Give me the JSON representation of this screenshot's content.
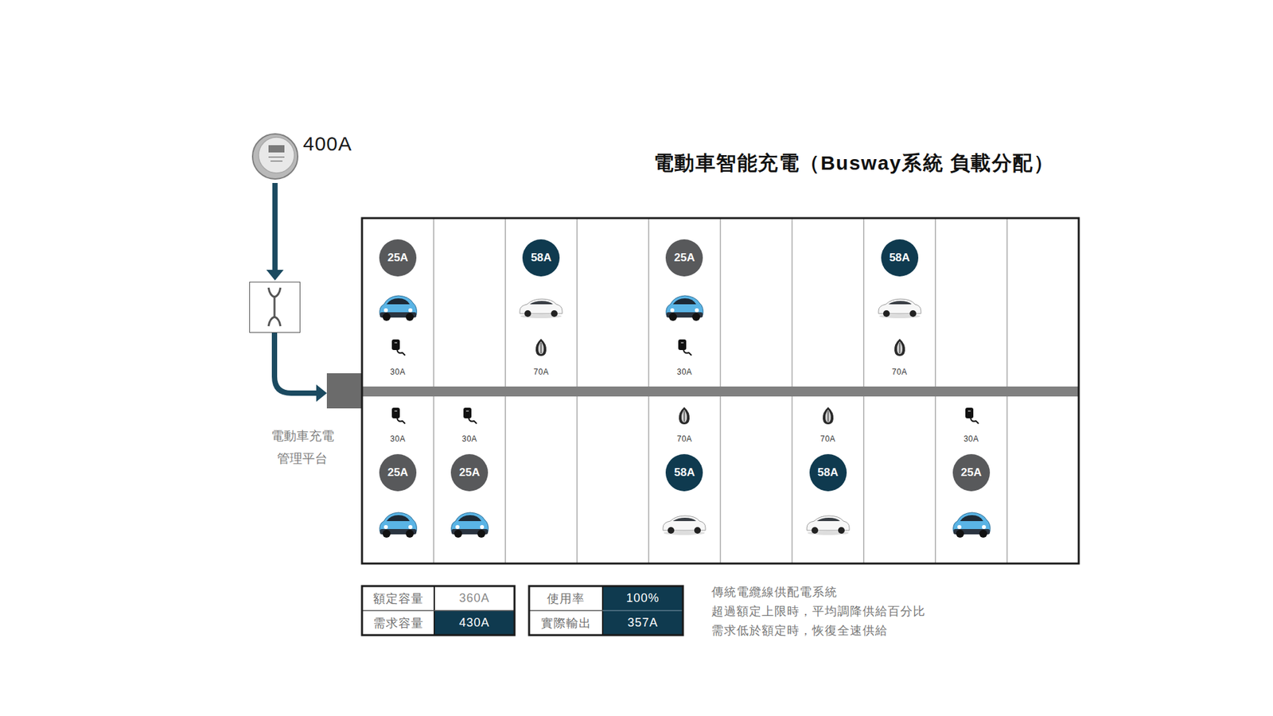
{
  "diagram": {
    "title": "電動車智能充電（Busway系統 負載分配）",
    "nodes": [
      {
        "text": [
          "400A"
        ]
      },
      {
        "text": [
          "電動車充電 管理平台"
        ]
      },
      {
        "text": [
          "25A"
        ]
      },
      {
        "text": [
          "58A"
        ]
      },
      {
        "text": [
          "25A"
        ]
      },
      {
        "text": [
          "58A"
        ]
      },
      {
        "text": [
          "25A"
        ]
      },
      {
        "text": [
          "25A"
        ]
      },
      {
        "text": [
          "58A"
        ]
      },
      {
        "text": [
          "58A"
        ]
      },
      {
        "text": [
          "25A"
        ]
      }
    ],
    "edges": [
      {
        "from": 0,
        "to": 1,
        "arrow": "to"
      }
    ],
    "labels": [
      "30A",
      "70A",
      "30A",
      "70A",
      "30A",
      "30A",
      "70A",
      "70A",
      "30A",
      "額定容量",
      "360A",
      "需求容量",
      "430A",
      "使用率",
      "100%",
      "實際輸出",
      "357A",
      "傳統電纜線供配電系統",
      "超過額定上限時，平均調降供給百分比",
      "需求低於額定時，恢復全速供給"
    ]
  }
}
